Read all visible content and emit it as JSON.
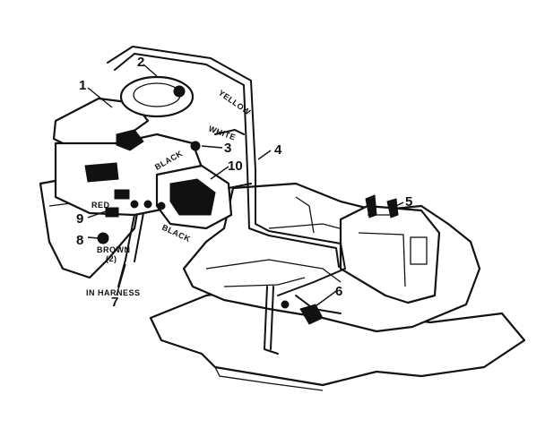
{
  "part_numbers": [
    "1",
    "2",
    "3",
    "4",
    "5",
    "6",
    "7",
    "8",
    "9",
    "10"
  ],
  "wire_labels": {
    "yellow": "YELLOW",
    "white": "WHITE",
    "black_upper": "BLACK",
    "black_lower": "BLACK",
    "red": "RED",
    "brown": "BROWN",
    "brown_qty": "(2)",
    "in_harness": "IN HARNESS"
  },
  "colors": {
    "ink": "#111111",
    "background": "#ffffff"
  }
}
